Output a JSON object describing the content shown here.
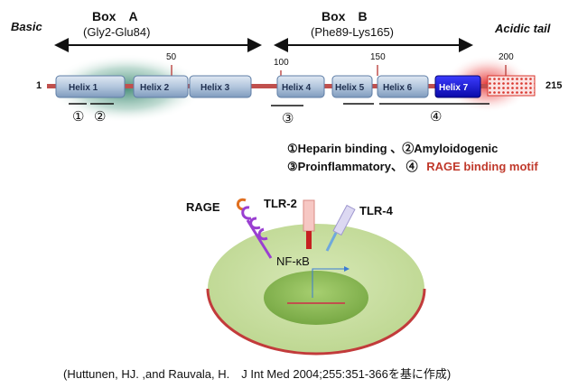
{
  "domain_labels": {
    "basic": "Basic",
    "acidic_tail": "Acidic tail",
    "box_a_title": "Box　A",
    "box_a_range": "(Gly2-Glu84)",
    "box_b_title": "Box　B",
    "box_b_range": "(Phe89-Lys165)"
  },
  "positions": {
    "start": "1",
    "p50": "50",
    "p100": "100",
    "p150": "150",
    "p200": "200",
    "end": "215"
  },
  "helices": [
    {
      "label": "Helix 1"
    },
    {
      "label": "Helix 2"
    },
    {
      "label": "Helix 3"
    },
    {
      "label": "Helix 4"
    },
    {
      "label": "Helix 5"
    },
    {
      "label": "Helix 6"
    },
    {
      "label": "Helix 7"
    }
  ],
  "markers": {
    "m1": "①",
    "m2": "②",
    "m3": "③",
    "m4": "④"
  },
  "legend": {
    "line1": "①Heparin binding 、②Amyloidogenic",
    "line2_prefix": "③Proinflammatory、 ④",
    "line2_highlight": "RAGE binding motif"
  },
  "receptors": {
    "rage": "RAGE",
    "tlr2": "TLR-2",
    "tlr4": "TLR-4",
    "nfkb": "NF-κB"
  },
  "citation": "(Huttunen, HJ. ,and Rauvala, H.　J Int Med 2004;255:351-366を基に作成)",
  "colors": {
    "helix_fill": "#b9cbe0",
    "helix7_fill": "#1a1acc",
    "backbone": "#c0504d",
    "cell": "#c9dea2",
    "nucleus": "#8fbd57",
    "highlight_text": "#c0392b"
  }
}
